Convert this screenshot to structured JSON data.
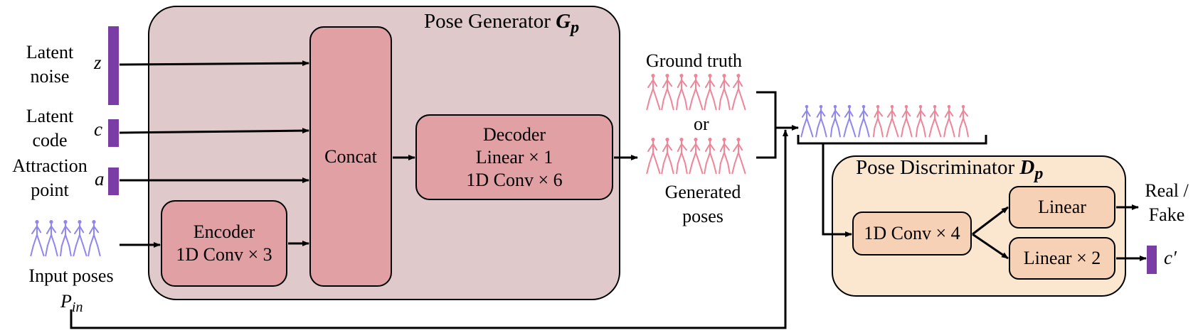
{
  "generator": {
    "title": "Pose Generator",
    "title_symbol": "G",
    "title_symbol_sub": "p",
    "concat_label": "Concat",
    "decoder": {
      "line1": "Decoder",
      "line2": "Linear × 1",
      "line3": "1D Conv × 6"
    },
    "encoder": {
      "line1": "Encoder",
      "line2": "1D Conv × 3"
    }
  },
  "inputs": {
    "latent_noise": {
      "line1": "Latent",
      "line2": "noise",
      "symbol": "z"
    },
    "latent_code": {
      "line1": "Latent",
      "line2": "code",
      "symbol": "c"
    },
    "attraction_point": {
      "line1": "Attraction",
      "line2": "point",
      "symbol": "a"
    },
    "input_poses": {
      "line1": "Input poses",
      "symbol": "P",
      "symbol_sub": "in"
    }
  },
  "middle": {
    "ground_truth": "Ground truth",
    "or": "or",
    "generated_line1": "Generated",
    "generated_line2": "poses"
  },
  "discriminator": {
    "title": "Pose Discriminator",
    "title_symbol": "D",
    "title_symbol_sub": "p",
    "conv_label": "1D Conv × 4",
    "linear_label": "Linear",
    "linear2_label": "Linear × 2"
  },
  "outputs": {
    "real_fake_line1": "Real /",
    "real_fake_line2": "Fake",
    "code_symbol": "c′"
  },
  "colors": {
    "generator_bg": "#dfc9ca",
    "module_pink": "#e0a0a4",
    "discriminator_bg": "#fbe6cf",
    "module_peach": "#f6d1b6",
    "latent_bar": "#7a3da6",
    "pose_blue": "#8f86f0",
    "pose_pink": "#ef8598"
  }
}
